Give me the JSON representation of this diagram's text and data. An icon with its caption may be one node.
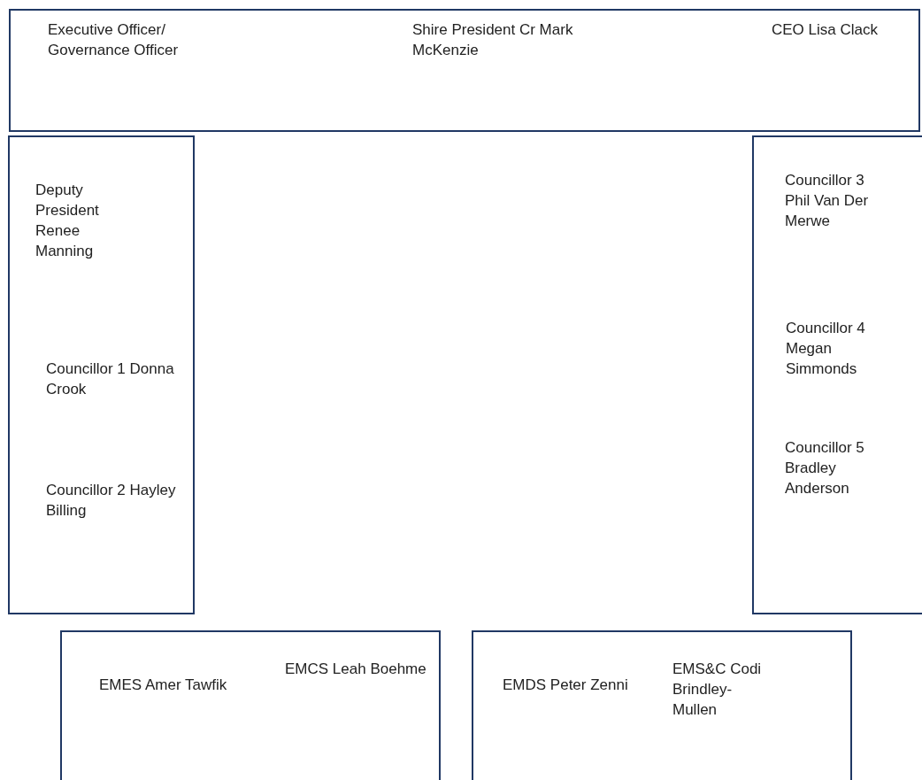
{
  "diagram": {
    "nodes": [
      {
        "text": [
          "Executive Officer/ Governance Officer",
          "Shire President Cr Mark McKenzie",
          "CEO Lisa Clack"
        ]
      },
      {
        "text": [
          "Deputy President Renee Manning",
          "Councillor 1 Donna Crook",
          "Councillor 2 Hayley Billing"
        ]
      },
      {
        "text": [
          "Councillor 3 Phil Van Der Merwe",
          "Councillor 4 Megan Simmonds",
          "Councillor 5 Bradley Anderson"
        ]
      },
      {
        "text": [
          "EMES Amer Tawfik",
          "EMCS Leah Boehme"
        ]
      },
      {
        "text": [
          "EMDS Peter Zenni",
          "EMS&C Codi Brindley-Mullen"
        ]
      }
    ]
  }
}
